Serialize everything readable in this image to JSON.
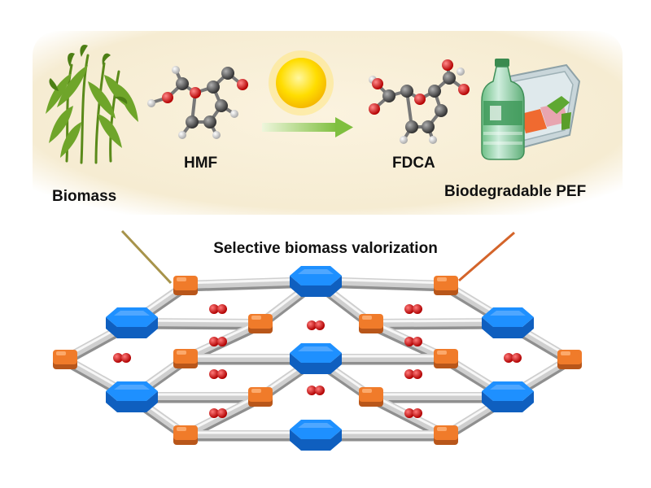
{
  "labels": {
    "biomass": "Biomass",
    "hmf": "HMF",
    "fdca": "FDCA",
    "pef": "Biodegradable PEF",
    "caption": "Selective biomass valorization"
  },
  "colors": {
    "panel": "#f8f0dc",
    "blue_node": "#1e90ff",
    "orange_node": "#f07b2a",
    "rod": "#cfcfcf",
    "guest": "#d40f0f",
    "sun": "#ffd400",
    "arrow": "#7fbf3f",
    "carbon": "#555555",
    "oxygen": "#e32222",
    "hydrogen": "#eeeeee"
  },
  "icons": [
    "plant-icon",
    "sun-icon",
    "arrow-icon",
    "bottle-icon",
    "lunchbox-icon",
    "hmf-molecule-icon",
    "fdca-molecule-icon"
  ]
}
